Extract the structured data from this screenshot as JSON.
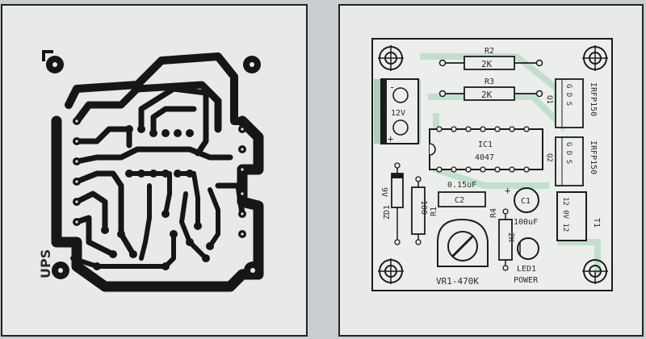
{
  "copper_side": {
    "label": "UPS"
  },
  "component_side": {
    "r2": {
      "ref": "R2",
      "value": "2K"
    },
    "r3": {
      "ref": "R3",
      "value": "2K"
    },
    "battery": {
      "minus": "-",
      "voltage": "12V",
      "plus": "+"
    },
    "q1": {
      "ref": "Q1",
      "part": "IRFP150",
      "pins": "G D S"
    },
    "q2": {
      "ref": "Q2",
      "part": "IRFP150",
      "pins": "G D S"
    },
    "ic1": {
      "ref": "IC1",
      "part": "4047"
    },
    "c2": {
      "ref": "C2",
      "value": "0.15uF"
    },
    "c1": {
      "ref": "C1",
      "value": "100uF",
      "polarity": "+"
    },
    "zd1": {
      "ref": "ZD1",
      "value": "9V"
    },
    "r1": {
      "ref": "R1",
      "value": "100"
    },
    "r4": {
      "ref": "R4",
      "value": "2K"
    },
    "t1": {
      "ref": "T1",
      "pins": "12 0V 12"
    },
    "vr1": {
      "label": "VR1-470K"
    },
    "led1": {
      "ref": "LED1",
      "label": "POWER"
    }
  },
  "colors": {
    "paper": "#c9ced1",
    "board": "#e6e8e6",
    "ink": "#1c1c1c",
    "ghost": "#9fd3b4"
  }
}
